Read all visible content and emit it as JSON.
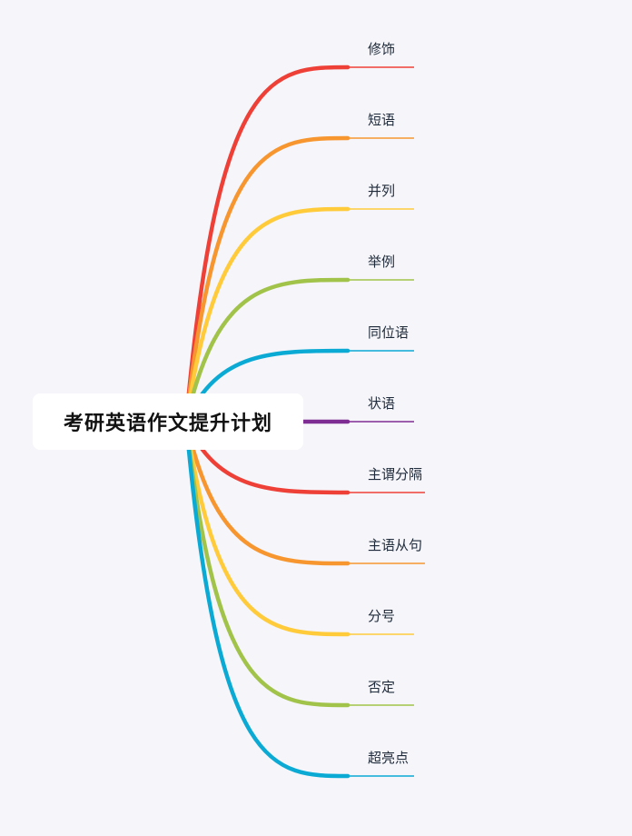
{
  "root": {
    "title": "考研英语作文提升计划"
  },
  "branches": [
    {
      "label": "修饰",
      "color": "#EE4037"
    },
    {
      "label": "短语",
      "color": "#F7962F"
    },
    {
      "label": "并列",
      "color": "#FFCB3A"
    },
    {
      "label": "举例",
      "color": "#A2C34A"
    },
    {
      "label": "同位语",
      "color": "#0BAAD4"
    },
    {
      "label": "状语",
      "color": "#7E2D93"
    },
    {
      "label": "主谓分隔",
      "color": "#EE4037"
    },
    {
      "label": "主语从句",
      "color": "#F7962F"
    },
    {
      "label": "分号",
      "color": "#FFCB3A"
    },
    {
      "label": "否定",
      "color": "#A2C34A"
    },
    {
      "label": "超亮点",
      "color": "#0BAAD4"
    }
  ]
}
